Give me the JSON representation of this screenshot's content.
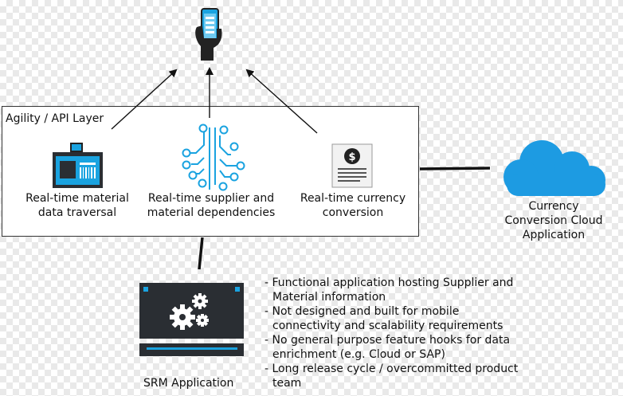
{
  "layer": {
    "title": "Agility / API Layer"
  },
  "components": [
    {
      "id": "traversal",
      "icon": "id-badge-icon",
      "line1": "Real-time material",
      "line2": "data traversal"
    },
    {
      "id": "dependencies",
      "icon": "circuit-tree-icon",
      "line1": "Real-time supplier and",
      "line2": "material dependencies"
    },
    {
      "id": "currency",
      "icon": "dollar-document-icon",
      "line1": "Real-time currency",
      "line2": "conversion"
    }
  ],
  "cloud": {
    "icon": "cloud-icon",
    "line1": "Currency",
    "line2": "Conversion Cloud",
    "line3": "Application"
  },
  "srm": {
    "icon": "server-gears-icon",
    "label": "SRM Application"
  },
  "notes": [
    "- Functional application hosting Supplier and Material information",
    "- Not designed and built for mobile connectivity and scalability requirements",
    "- No general purpose feature hooks for data enrichment (e.g. Cloud or SAP)",
    "- Long release cycle / overcommitted product team"
  ],
  "colors": {
    "accent": "#1aa3e0",
    "dark": "#2a2e33",
    "cloud": "#1d9be2"
  }
}
